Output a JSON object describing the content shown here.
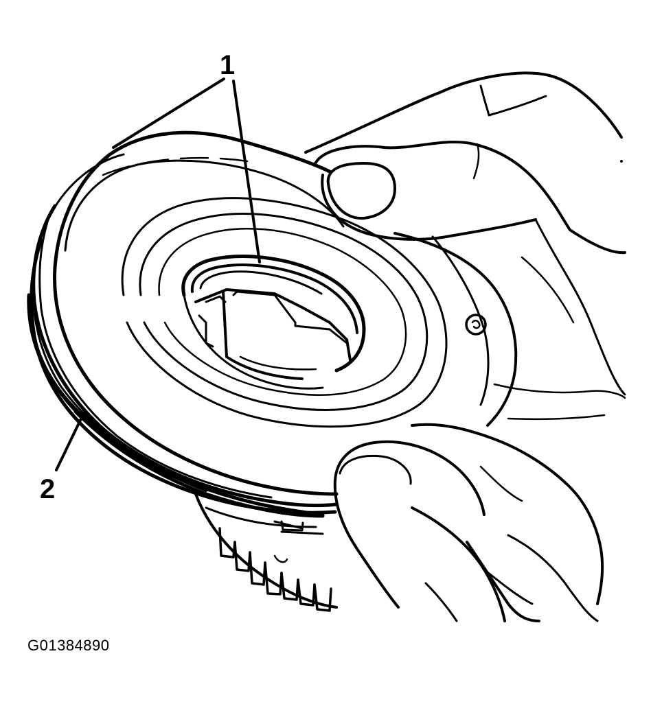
{
  "figure": {
    "id_label": "G01384890",
    "callouts": [
      {
        "number": "1"
      },
      {
        "number": "2"
      }
    ],
    "colors": {
      "ink": "#000000",
      "paper": "#ffffff"
    }
  }
}
